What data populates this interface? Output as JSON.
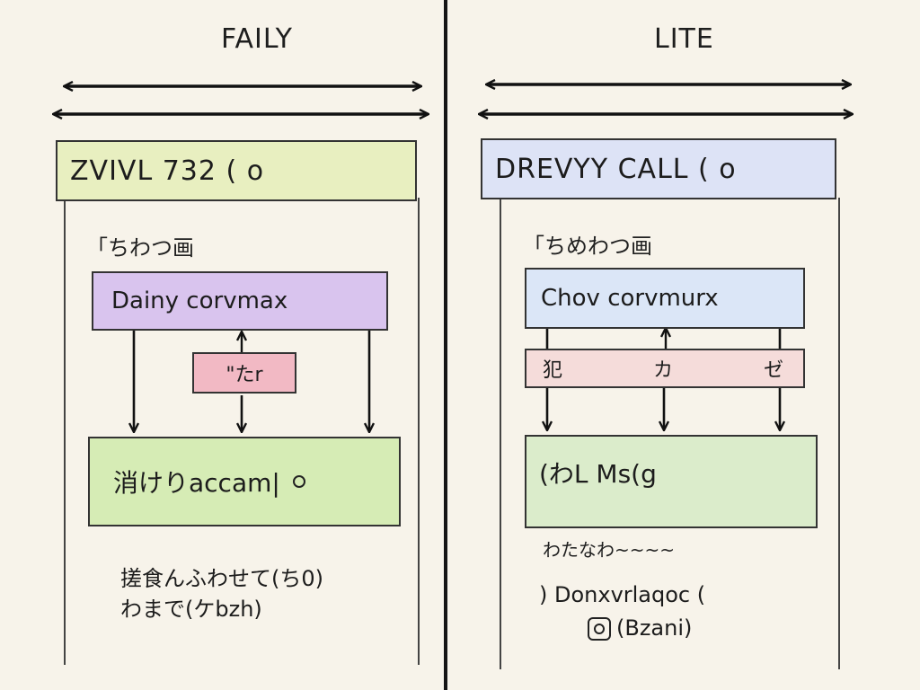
{
  "left": {
    "title": "FAILY",
    "header": "ZVIVL 732 ( ο",
    "label": "「ちわつ画",
    "box_top": "Dainy corvmax",
    "middle_chip": "\"たr",
    "box_bottom": "消けりaccam|",
    "note_line1": "搓食んふわせて(ち0)",
    "note_line2": "わまで(ケbzh)",
    "colors": {
      "header": "#e8efc0",
      "box_top": "#d9c4ee",
      "chip": "#f2b9c4",
      "box_bottom": "#d6ecb5"
    }
  },
  "right": {
    "title": "LITE",
    "header": "DREVYY CALL ( ο",
    "label": "「ちめわつ画",
    "box_top": "Chov corvmurx",
    "middle_cells": [
      "犯",
      "カ",
      "ゼ"
    ],
    "box_bottom": "(わL Ms(g",
    "scribble": "わたなわ~~~~",
    "note_line1": ") Donxvrlaqoc (",
    "note_line2": "(Bzani)",
    "colors": {
      "header": "#dde3f6",
      "box_top": "#dbe6f7",
      "band": "#f5dcda",
      "box_bottom": "#dbeccb"
    }
  }
}
